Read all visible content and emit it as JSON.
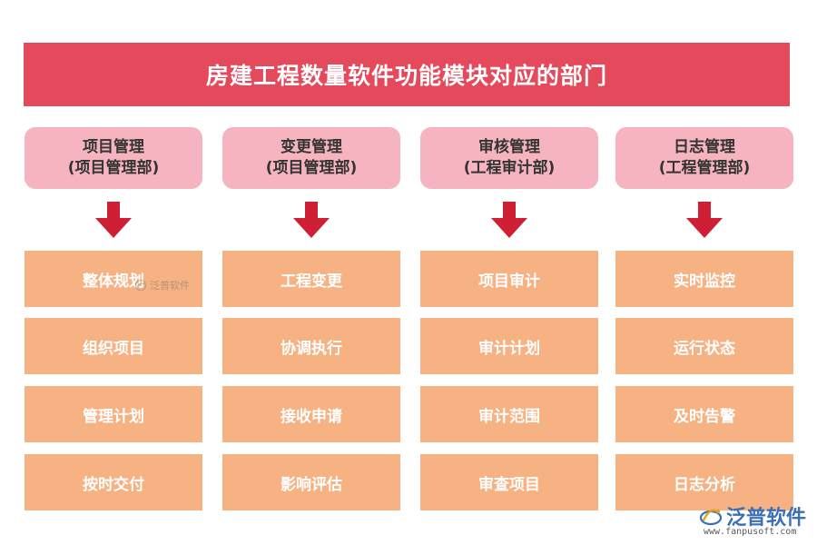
{
  "title": "房建工程数量软件功能模块对应的部门",
  "columns": [
    {
      "dept_name": "项目管理",
      "dept_unit": "(项目管理部)",
      "modules": [
        "整体规划",
        "组织项目",
        "管理计划",
        "按时交付"
      ]
    },
    {
      "dept_name": "变更管理",
      "dept_unit": "(项目管理部)",
      "modules": [
        "工程变更",
        "协调执行",
        "接收申请",
        "影响评估"
      ]
    },
    {
      "dept_name": "审核管理",
      "dept_unit": "(工程审计部)",
      "modules": [
        "项目审计",
        "审计计划",
        "审计范围",
        "审查项目"
      ]
    },
    {
      "dept_name": "日志管理",
      "dept_unit": "(工程管理部)",
      "modules": [
        "实时监控",
        "运行状态",
        "及时告警",
        "日志分析"
      ]
    }
  ],
  "watermark": "泛普软件",
  "brand": {
    "name": "泛普软件",
    "url": "www.fanpusoft.com"
  },
  "colors": {
    "banner": "#e44a5c",
    "dept": "#f5b4bf",
    "module": "#f6b283",
    "arrow": "#cf1f35",
    "brand": "#3b6fb6"
  }
}
